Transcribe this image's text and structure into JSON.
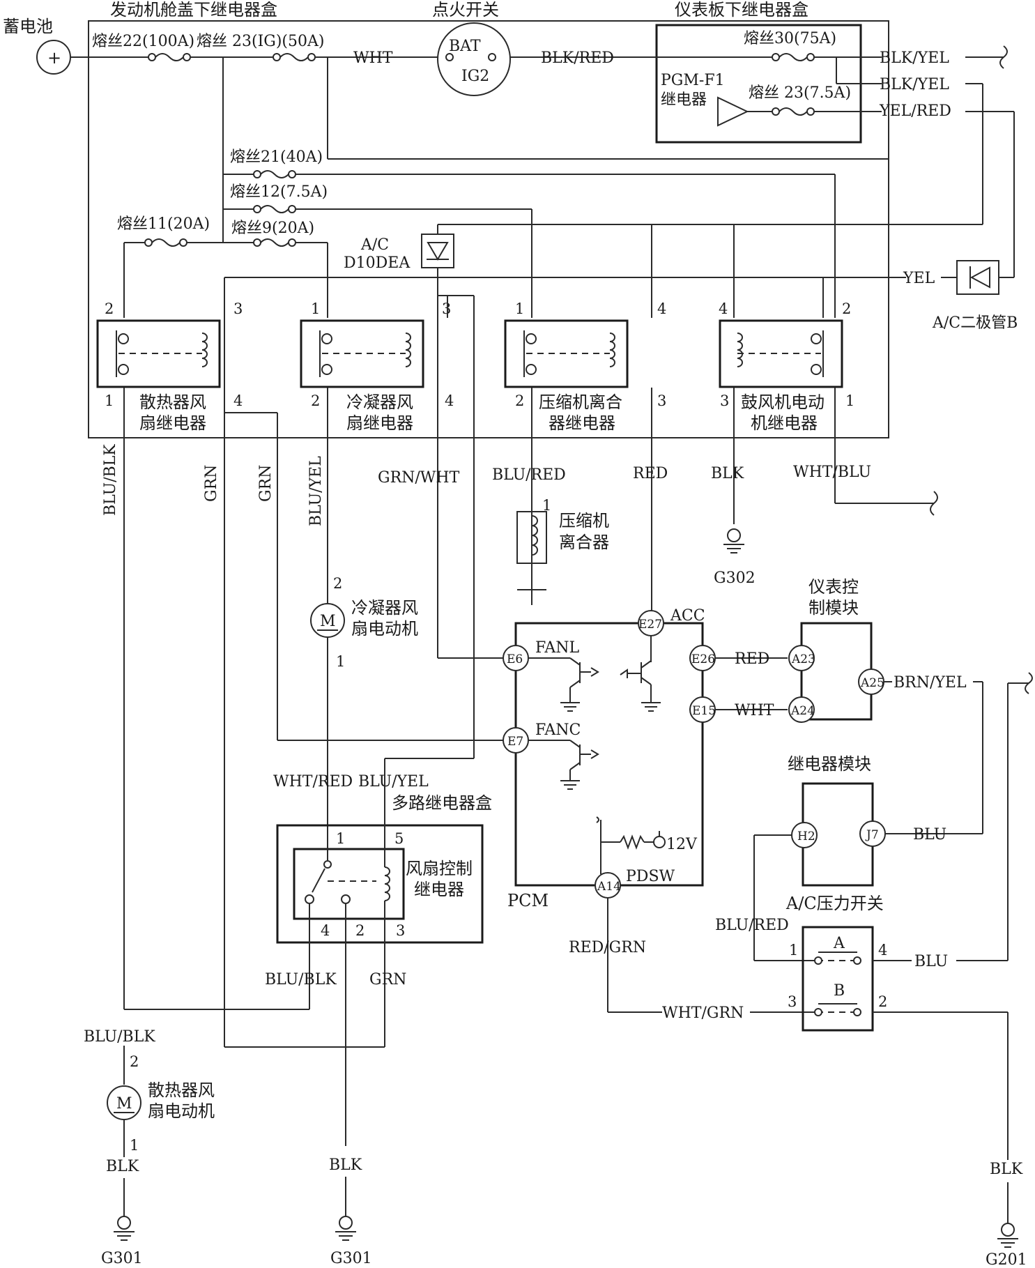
{
  "battery": {
    "label": "蓄电池",
    "symbol": "+"
  },
  "engine_box": {
    "title": "发动机舱盖下继电器盒",
    "fuse22": "熔丝22(100A)",
    "fuse23": "熔丝 23(IG)(50A)",
    "fuse21": "熔丝21(40A)",
    "fuse12": "熔丝12(7.5A)",
    "fuse11": "熔丝11(20A)",
    "fuse9": "熔丝9(20A)",
    "diode_a": "A/C",
    "diode_b": "D10DEA"
  },
  "ignition": {
    "title": "点火开关",
    "bat": "BAT",
    "ig2": "IG2"
  },
  "dash_box": {
    "title": "仪表板下继电器盒",
    "fuse30": "熔丝30(75A)",
    "pgm_a": "PGM-F1",
    "pgm_b": "继电器",
    "fuse23": "熔丝 23(7.5A)"
  },
  "relays": [
    {
      "name_a": "散热器风",
      "name_b": "扇继电器",
      "p_tl": "2",
      "p_tr": "3",
      "p_bl": "1",
      "p_br": "4"
    },
    {
      "name_a": "冷凝器风",
      "name_b": "扇继电器",
      "p_tl": "1",
      "p_tr": "3",
      "p_bl": "2",
      "p_br": "4"
    },
    {
      "name_a": "压缩机离合",
      "name_b": "器继电器",
      "p_tl": "1",
      "p_tr": "4",
      "p_bl": "2",
      "p_br": "3"
    },
    {
      "name_a": "鼓风机电动",
      "name_b": "机继电器",
      "p_tl": "4",
      "p_tr": "2",
      "p_bl": "3",
      "p_br": "1"
    }
  ],
  "wires": {
    "wht": "WHT",
    "blk_red": "BLK/RED",
    "blk_yel1": "BLK/YEL",
    "blk_yel2": "BLK/YEL",
    "yel_red": "YEL/RED",
    "yel": "YEL",
    "blu_blk": "BLU/BLK",
    "grn1": "GRN",
    "grn2": "GRN",
    "blu_yel": "BLU/YEL",
    "grn_wht": "GRN/WHT",
    "blu_red": "BLU/RED",
    "red": "RED",
    "blk": "BLK",
    "wht_blu": "WHT/BLU",
    "red2": "RED",
    "wht2": "WHT",
    "brn_yel": "BRN/YEL",
    "blu_j7": "BLU",
    "blu_sw": "BLU",
    "blu_red2": "BLU/RED",
    "red_grn": "RED/GRN",
    "wht_grn": "WHT/GRN",
    "wht_red": "WHT/RED",
    "blu_yel2": "BLU/YEL",
    "blu_blk2": "BLU/BLK",
    "grn3": "GRN",
    "blu_blk3": "BLU/BLK",
    "blk1": "BLK",
    "blk2": "BLK",
    "blk3": "BLK"
  },
  "diode_b": "A/C二极管B",
  "clutch": {
    "pin": "1",
    "name_a": "压缩机",
    "name_b": "离合器"
  },
  "ground": {
    "g302": "G302",
    "g301a": "G301",
    "g301b": "G301",
    "g201": "G201"
  },
  "condenser_motor": {
    "pin_top": "2",
    "pin_bot": "1",
    "name_a": "冷凝器风",
    "name_b": "扇电动机",
    "m": "M"
  },
  "radiator_motor": {
    "pin_top": "2",
    "pin_bot": "1",
    "name_a": "散热器风",
    "name_b": "扇电动机",
    "m": "M"
  },
  "multi_box": {
    "title": "多路继电器盒",
    "relay_a": "风扇控制",
    "relay_b": "继电器",
    "p1": "1",
    "p5": "5",
    "p4": "4",
    "p2": "2",
    "p3": "3"
  },
  "pcm": {
    "label": "PCM",
    "e27": "E27",
    "acc": "ACC",
    "e6": "E6",
    "fanl": "FANL",
    "e7": "E7",
    "fanc": "FANC",
    "e26": "E26",
    "e15": "E15",
    "a14": "A14",
    "pdsw": "PDSW",
    "v12": "12V"
  },
  "gauge": {
    "title_a": "仪表控",
    "title_b": "制模块",
    "a23": "A23",
    "a24": "A24",
    "a25": "A25"
  },
  "relay_module": {
    "title": "继电器模块",
    "h2": "H2",
    "j7": "J7"
  },
  "pressure": {
    "title": "A/C压力开关",
    "a": "A",
    "b": "B",
    "p1": "1",
    "p4": "4",
    "p3": "3",
    "p2": "2"
  }
}
